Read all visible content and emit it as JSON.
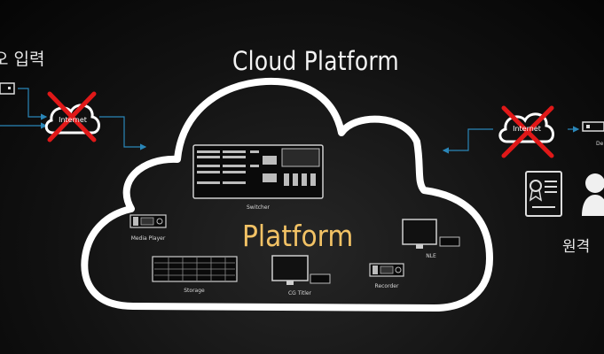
{
  "title": "Cloud Platform",
  "left_label": "오 입력",
  "right_label": "원격",
  "center_label": "Platform",
  "devices": {
    "switcher": "Switcher",
    "media_player": "Media Player",
    "storage": "Storage",
    "cg_titler": "CG Titler",
    "recorder": "Recorder",
    "nle": "NLE"
  },
  "left_cloud_label": "Internet",
  "right_cloud_label": "Internet",
  "right_edge_label": "De",
  "colors": {
    "background": "#111111",
    "cloud_outline": "#ffffff",
    "accent": "#f2c265",
    "arrow": "#2a86b8",
    "cross": "#e01818"
  }
}
